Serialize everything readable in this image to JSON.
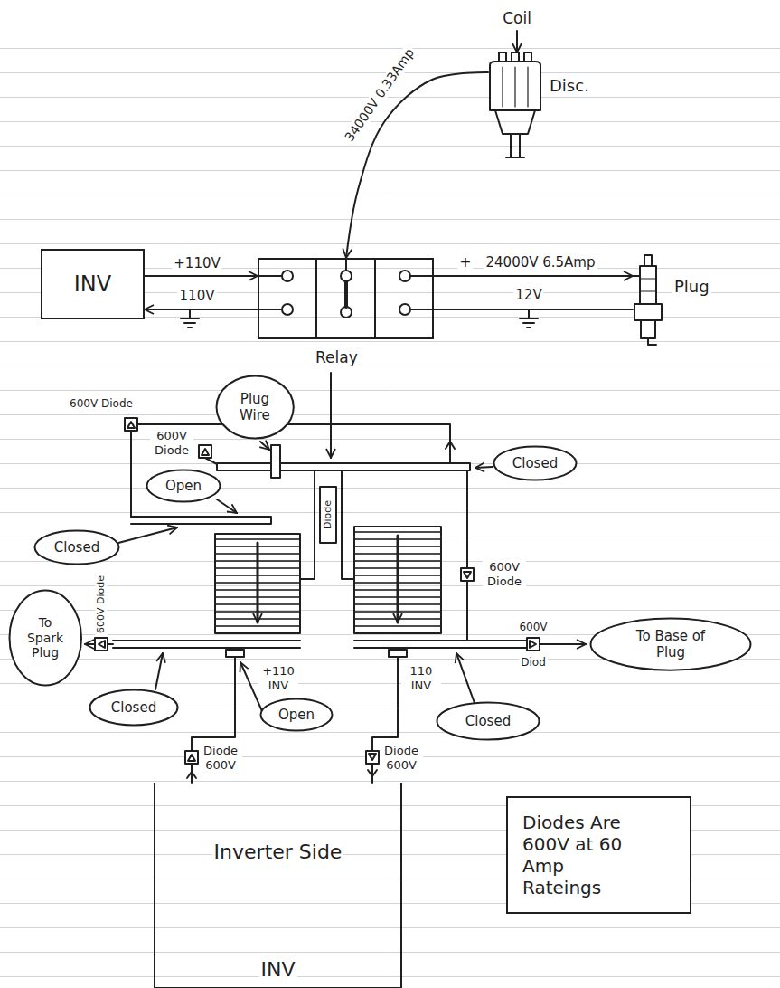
{
  "diagram": {
    "nodes": [
      {
        "text": [
          "Disc."
        ]
      },
      {
        "text": [
          "INV"
        ]
      },
      {
        "text": [
          "Relay"
        ]
      },
      {
        "text": [
          "Plug"
        ]
      },
      {
        "text": [
          "Plug Wire"
        ]
      },
      {
        "text": [
          "Closed"
        ]
      },
      {
        "text": [
          "Open"
        ]
      },
      {
        "text": [
          "Closed"
        ]
      },
      {
        "text": [
          "To Spark Plug"
        ]
      },
      {
        "text": [
          "To Base of Plug"
        ]
      },
      {
        "text": [
          "Closed"
        ]
      },
      {
        "text": [
          "Open"
        ]
      },
      {
        "text": [
          "Closed"
        ]
      },
      {
        "text": [
          "Inverter Side",
          "INV"
        ]
      },
      {
        "text": [
          "Diodes Are 600V at 60 Amp Rateings"
        ]
      }
    ],
    "edges": [
      {
        "from": 1,
        "to": 2,
        "label": "+110V",
        "arrow": "to"
      },
      {
        "from": 2,
        "to": 1,
        "label": "110V",
        "arrow": "to"
      },
      {
        "from": 0,
        "to": 2,
        "label": "34000V 0.33Amp",
        "arrow": "to"
      },
      {
        "from": 2,
        "to": 3,
        "label": "24000V 6.5Amp",
        "arrow": "to"
      },
      {
        "from": 2,
        "to": 3,
        "label": "12V",
        "arrow": "none"
      }
    ],
    "labels": [
      "Coil",
      "+",
      "600V Diode",
      "600V Diode",
      "Diode",
      "600V Diode",
      "600V Diode",
      "600V",
      "Diod",
      "+110 INV",
      "110 INV",
      "Diode 600V",
      "Diode 600V"
    ]
  }
}
